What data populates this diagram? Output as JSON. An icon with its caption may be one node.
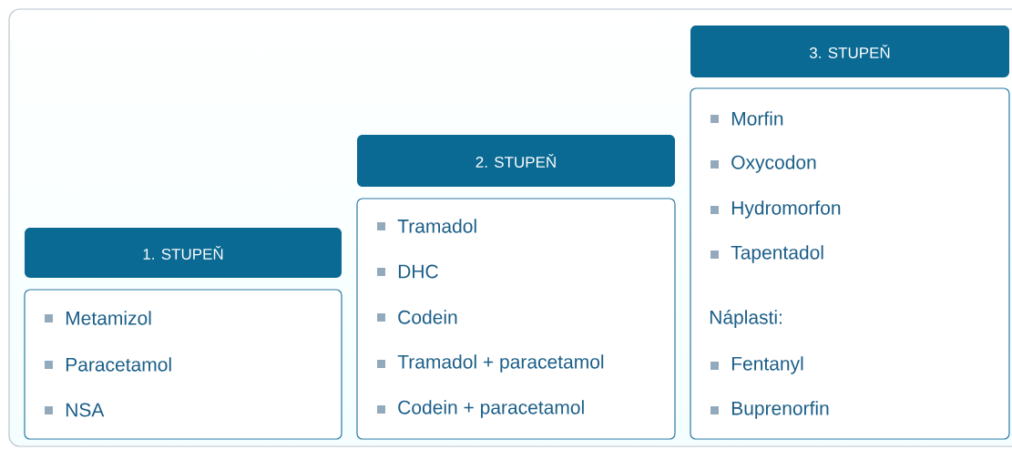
{
  "diagram": {
    "nodes": [
      {
        "text": [
          "1. STUPEŇ"
        ]
      },
      {
        "text": [
          "Metamizol",
          "Paracetamol",
          "NSA"
        ]
      },
      {
        "text": [
          "2. STUPEŇ"
        ]
      },
      {
        "text": [
          "Tramadol",
          "DHC",
          "Codein",
          "Tramadol + paracetamol",
          "Codein + paracetamol"
        ]
      },
      {
        "text": [
          "3. STUPEŇ"
        ]
      },
      {
        "text": [
          "Morfin",
          "Oxycodon",
          "Hydromorfon",
          "Tapentadol",
          "Náplasti:",
          "Fentanyl",
          "Buprenorfin"
        ]
      }
    ]
  }
}
